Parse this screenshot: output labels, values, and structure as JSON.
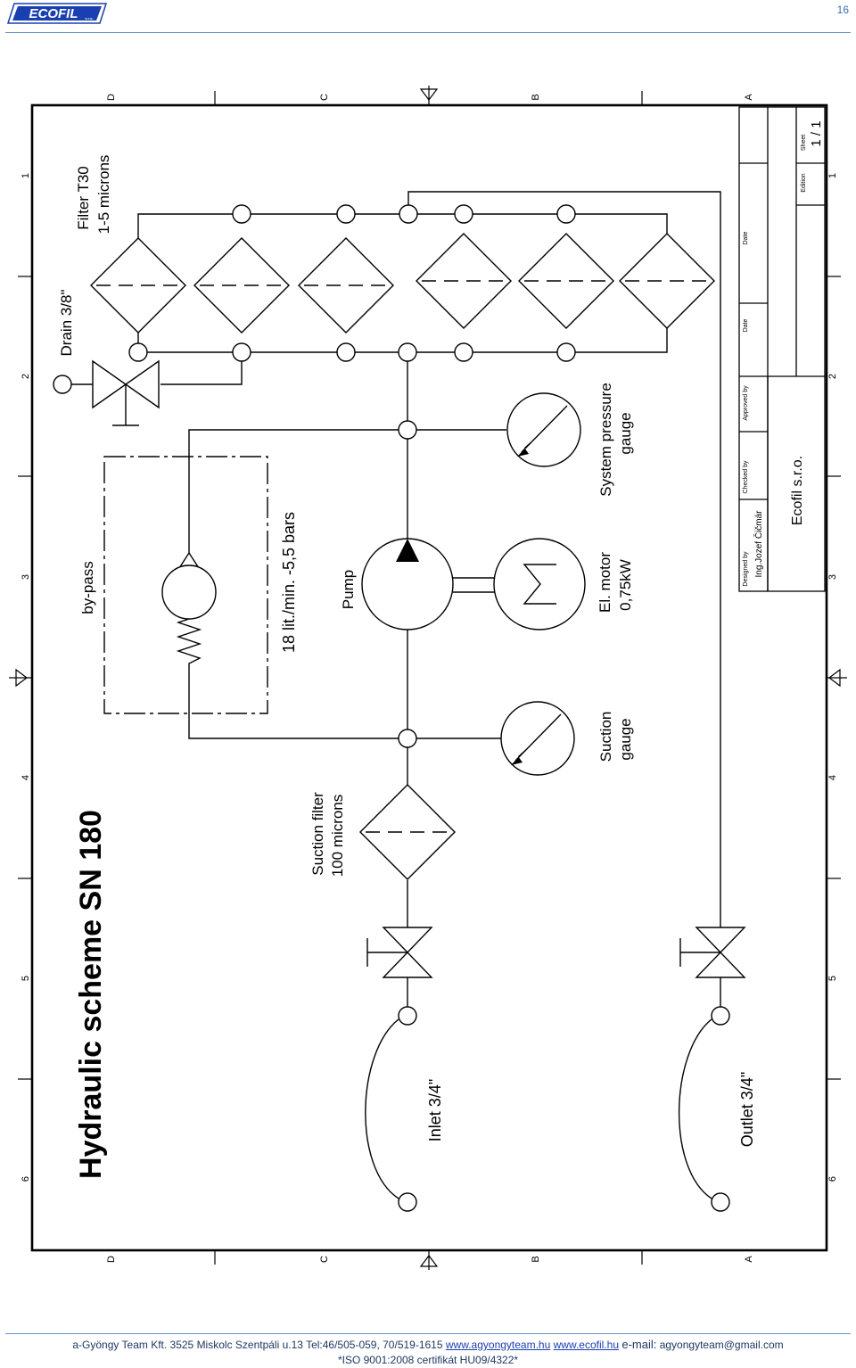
{
  "header": {
    "logo_text": "ECOFIL",
    "logo_suffix": "s.r.o.",
    "page_number": "16"
  },
  "diagram": {
    "title": "Hydraulic scheme SN 180",
    "border_columns": [
      "1",
      "2",
      "3",
      "4",
      "5",
      "6"
    ],
    "border_rows": [
      "D",
      "C",
      "B",
      "A"
    ],
    "labels": {
      "filter_line1": "Filter T30",
      "filter_line2": "1-5 microns",
      "drain": "Drain 3/8\"",
      "bypass": "by-pass",
      "flow_line1": "18 lit./min. -5,5 bars",
      "pump": "Pump",
      "motor_line1": "El. motor",
      "motor_line2": "0,75kW",
      "system_gauge_line1": "System pressure",
      "system_gauge_line2": "gauge",
      "suction_gauge_line1": "Suction",
      "suction_gauge_line2": "gauge",
      "suction_filter_line1": "Suction filter",
      "suction_filter_line2": "100 microns",
      "inlet": "Inlet 3/4\"",
      "outlet": "Outlet 3/4\""
    },
    "title_block": {
      "sheet_label": "Sheet",
      "sheet_value": "1 / 1",
      "edition_label": "Edition",
      "date_label_1": "Date",
      "date_label_2": "Date",
      "approved_label": "Approved by",
      "checked_label": "Checked by",
      "designed_label": "Designed by",
      "designer_name": "Ing.Jozef Čičmár",
      "company": "Ecofil s.r.o."
    }
  },
  "footer": {
    "company_address": "a-Gyöngy Team Kft. 3525 Miskolc  Szentpáli u.13  Tel:46/505-059, 70/519-1615",
    "link1": "www.agyongyteam.hu",
    "link2": "www.ecofil.hu",
    "email_label": "e-mail:",
    "email": "agyongyteam@gmail.com",
    "certificate": "*ISO 9001:2008  certifikát HU09/4322*"
  }
}
